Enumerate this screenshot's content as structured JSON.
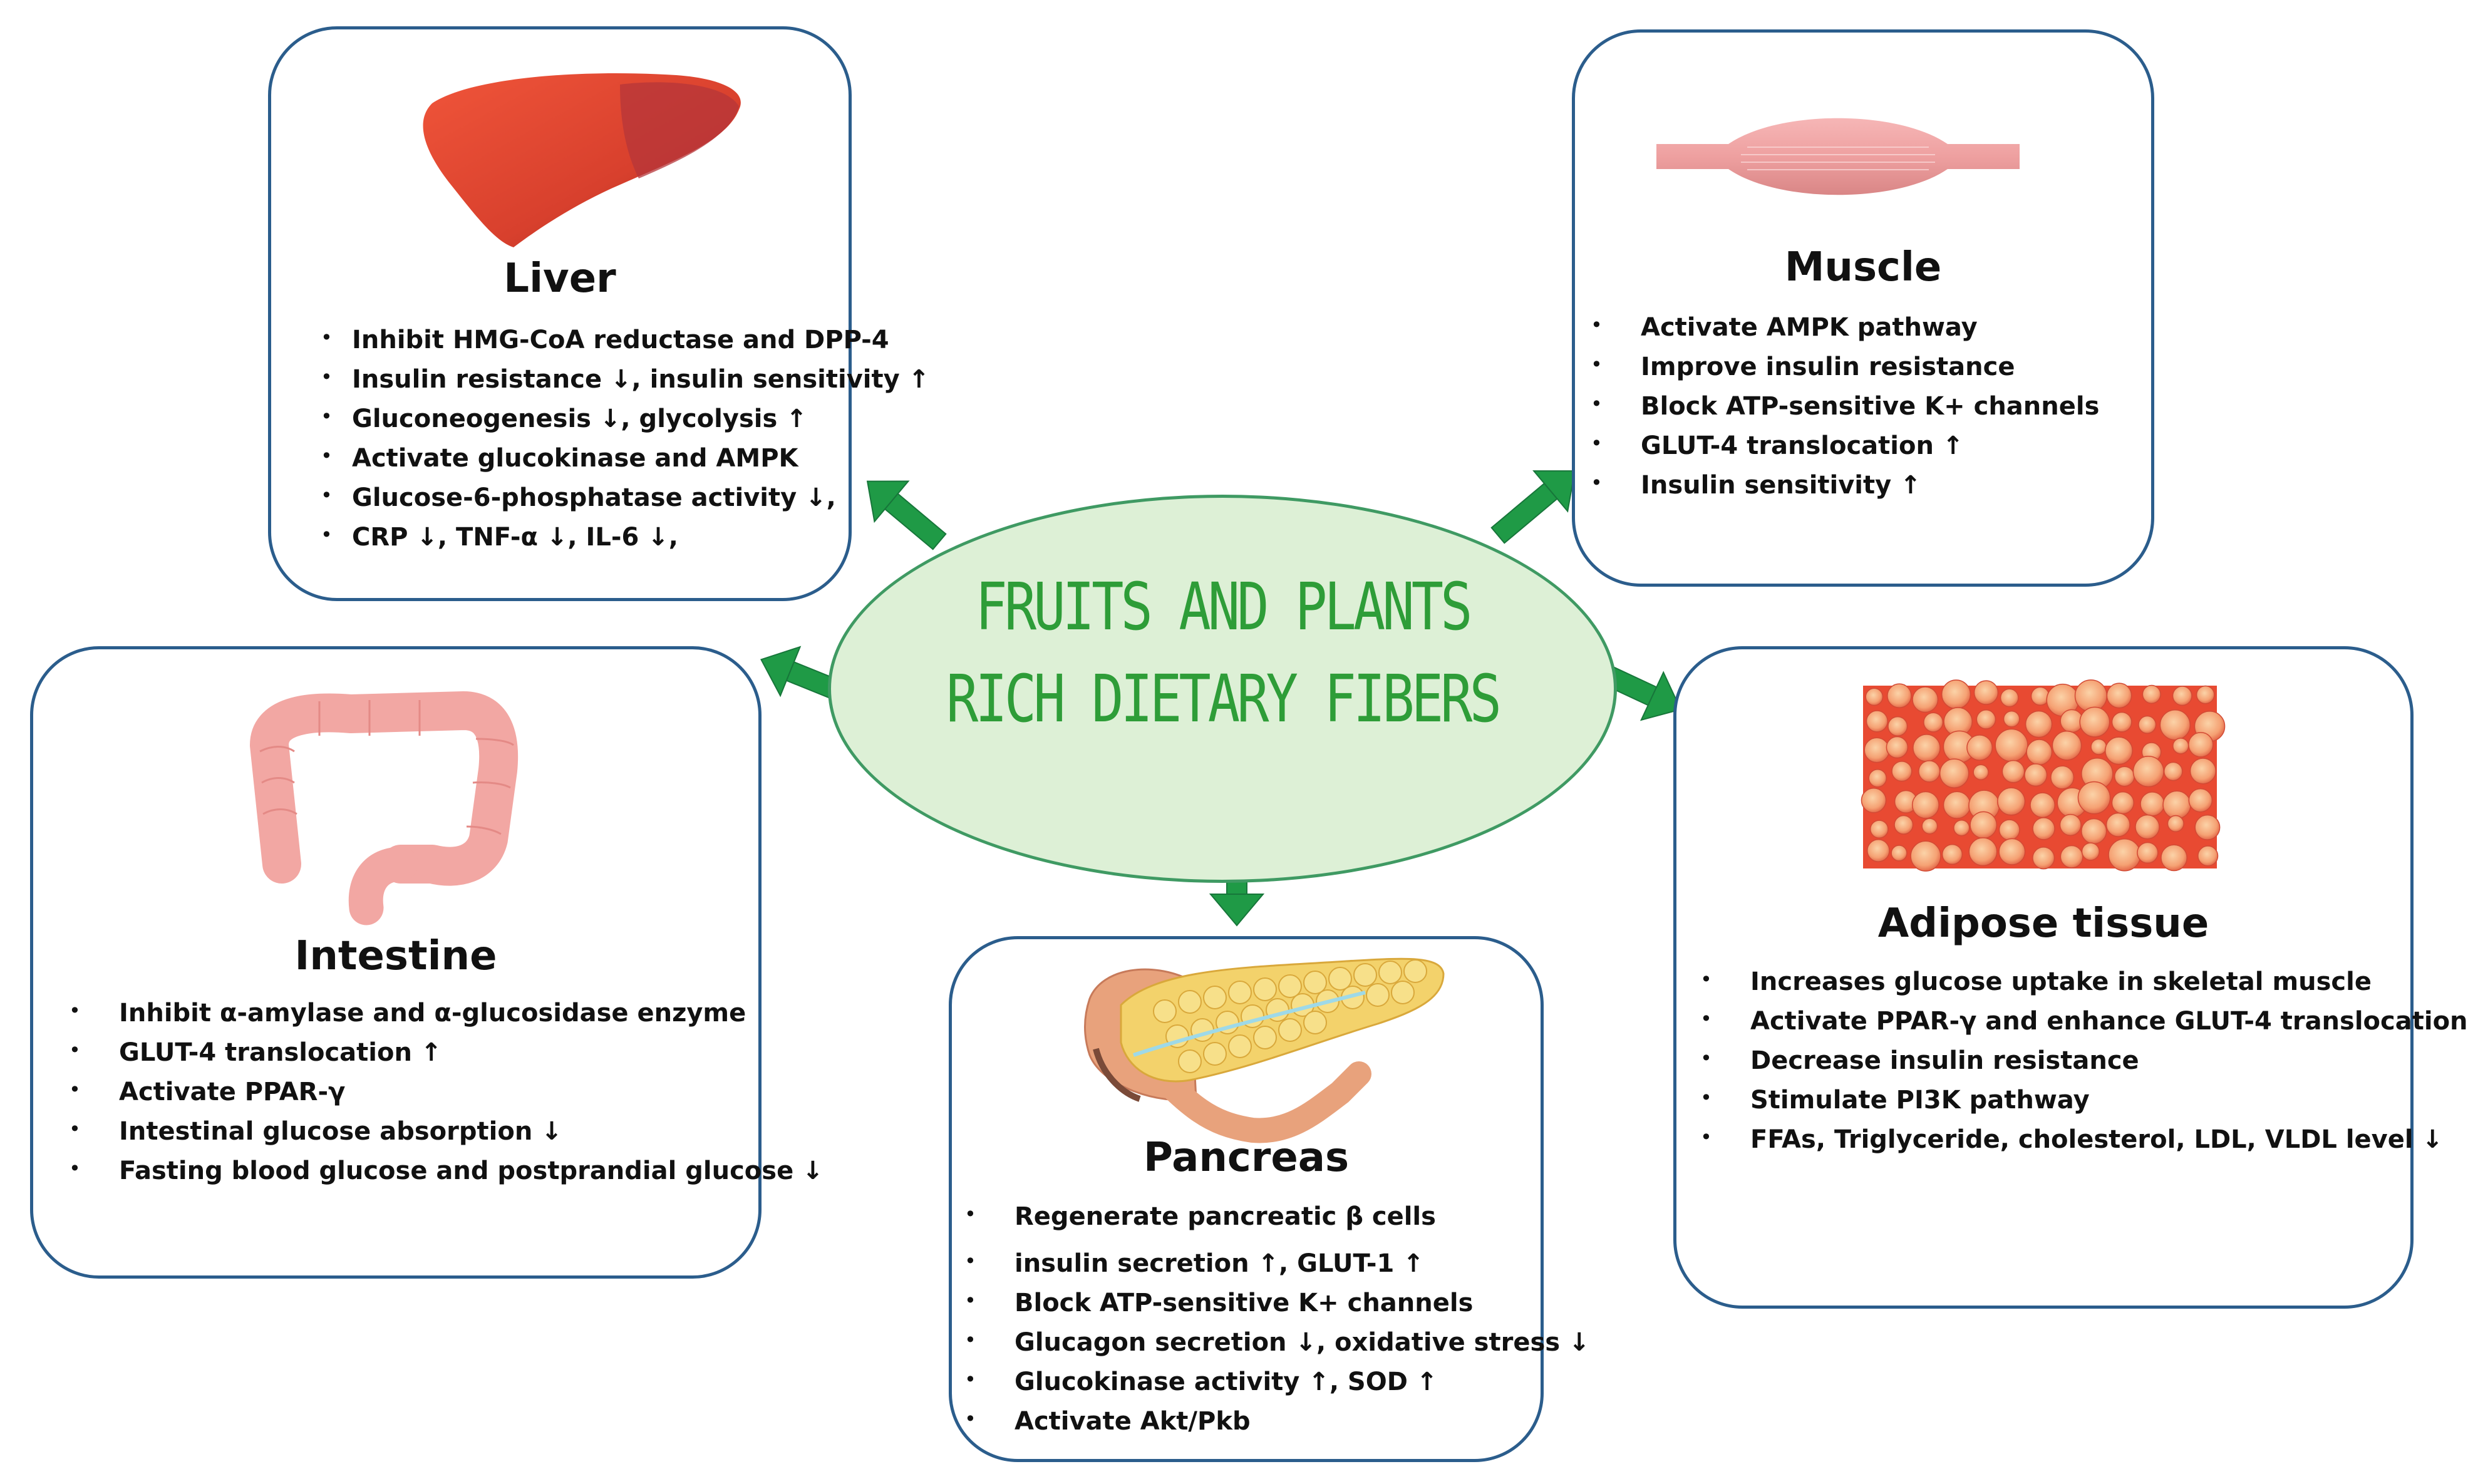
{
  "center": {
    "line1": "FRUITS AND PLANTS",
    "line2": "RICH DIETARY FIBERS"
  },
  "colors": {
    "box_border": "#2b5d8c",
    "ellipse_fill": "#ddf0d6",
    "ellipse_border": "#3f9a63",
    "center_text": "#2e9d38",
    "arrow": "#1f9a46"
  },
  "liver": {
    "title": "Liver",
    "icon": "liver-illustration",
    "items": [
      "Inhibit HMG-CoA reductase and DPP-4",
      "Insulin resistance ↓, insulin sensitivity ↑",
      "Gluconeogenesis ↓, glycolysis ↑",
      "Activate glucokinase and AMPK",
      "Glucose-6-phosphatase activity ↓,",
      "CRP ↓, TNF-α ↓, IL-6 ↓,"
    ]
  },
  "muscle": {
    "title": "Muscle",
    "icon": "muscle-illustration",
    "items": [
      "Activate AMPK pathway",
      "Improve insulin resistance",
      "Block ATP-sensitive K+ channels",
      "GLUT-4 translocation ↑",
      "Insulin sensitivity ↑"
    ]
  },
  "intestine": {
    "title": "Intestine",
    "icon": "intestine-illustration",
    "items": [
      "Inhibit α-amylase and α-glucosidase enzyme",
      "GLUT-4 translocation ↑",
      "Activate  PPAR-γ",
      "Intestinal glucose absorption ↓",
      "Fasting blood glucose and postprandial glucose ↓"
    ]
  },
  "pancreas": {
    "title": "Pancreas",
    "icon": "pancreas-illustration",
    "items": [
      "Regenerate pancreatic β cells",
      "insulin secretion ↑, GLUT-1 ↑",
      "Block ATP-sensitive K+ channels",
      "Glucagon secretion ↓, oxidative stress ↓",
      "Glucokinase activity ↑, SOD ↑",
      "Activate Akt/Pkb"
    ]
  },
  "adipose": {
    "title": "Adipose tissue",
    "icon": "adipose-cells-illustration",
    "items": [
      "Increases glucose uptake in skeletal muscle",
      "Activate PPAR-γ and enhance GLUT-4 translocation",
      "Decrease insulin resistance",
      "Stimulate PI3K pathway",
      "FFAs,  Triglyceride, cholesterol, LDL, VLDL level ↓"
    ]
  }
}
